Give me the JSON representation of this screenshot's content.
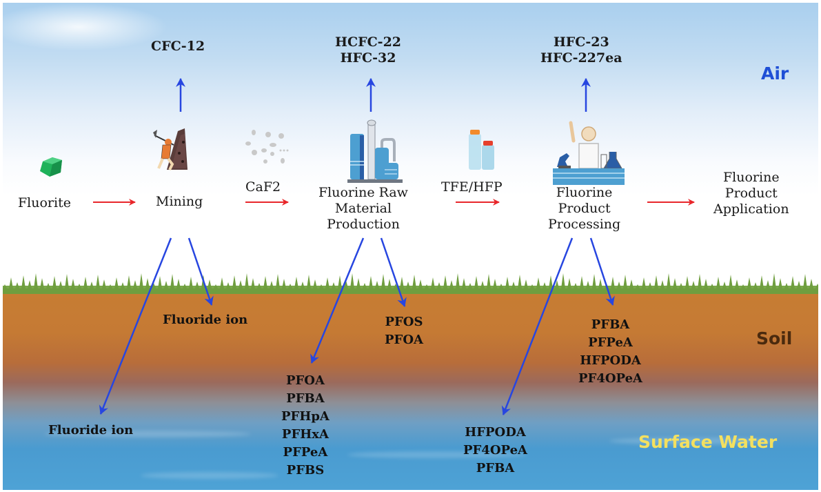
{
  "zones": {
    "air": {
      "label": "Air",
      "color": "#1f4fd6"
    },
    "soil": {
      "label": "Soil",
      "color": "#4a2a0e"
    },
    "water": {
      "label": "Surface Water",
      "color": "#f3e060"
    }
  },
  "process_nodes": [
    {
      "id": "fluorite",
      "label": "Fluorite",
      "icon": "fluorite-crystal-icon"
    },
    {
      "id": "mining",
      "label": "Mining",
      "icon": "miner-icon"
    },
    {
      "id": "raw",
      "lines": [
        "Fluorine Raw",
        "Material",
        "Production"
      ],
      "icon": "factory-icon"
    },
    {
      "id": "processing",
      "lines": [
        "Fluorine",
        "Product",
        "Processing"
      ],
      "icon": "lab-worker-icon"
    },
    {
      "id": "application",
      "lines": [
        "Fluorine",
        "Product",
        "Application"
      ]
    }
  ],
  "intermediates": [
    {
      "label": "CaF2",
      "icon": "caf2-powder-icon"
    },
    {
      "label": "TFE/HFP",
      "icon": "bottles-icon"
    }
  ],
  "air_emissions": {
    "mining": [
      "CFC-12"
    ],
    "raw": [
      "HCFC-22",
      "HFC-32"
    ],
    "processing": [
      "HFC-23",
      "HFC-227ea"
    ]
  },
  "soil_releases": {
    "mining": [
      "Fluoride ion"
    ],
    "raw": [
      "PFOS",
      "PFOA"
    ],
    "processing": [
      "PFBA",
      "PFPeA",
      "HFPODA",
      "PF4OPeA"
    ]
  },
  "water_releases": {
    "mining": [
      "Fluoride ion"
    ],
    "raw": [
      "PFOA",
      "PFBA",
      "PFHpA",
      "PFHxA",
      "PFPeA",
      "PFBS"
    ],
    "processing": [
      "HFPODA",
      "PF4OPeA",
      "PFBA"
    ]
  },
  "colors": {
    "flow_arrow": "#e8262a",
    "release_arrow": "#2746e0"
  }
}
